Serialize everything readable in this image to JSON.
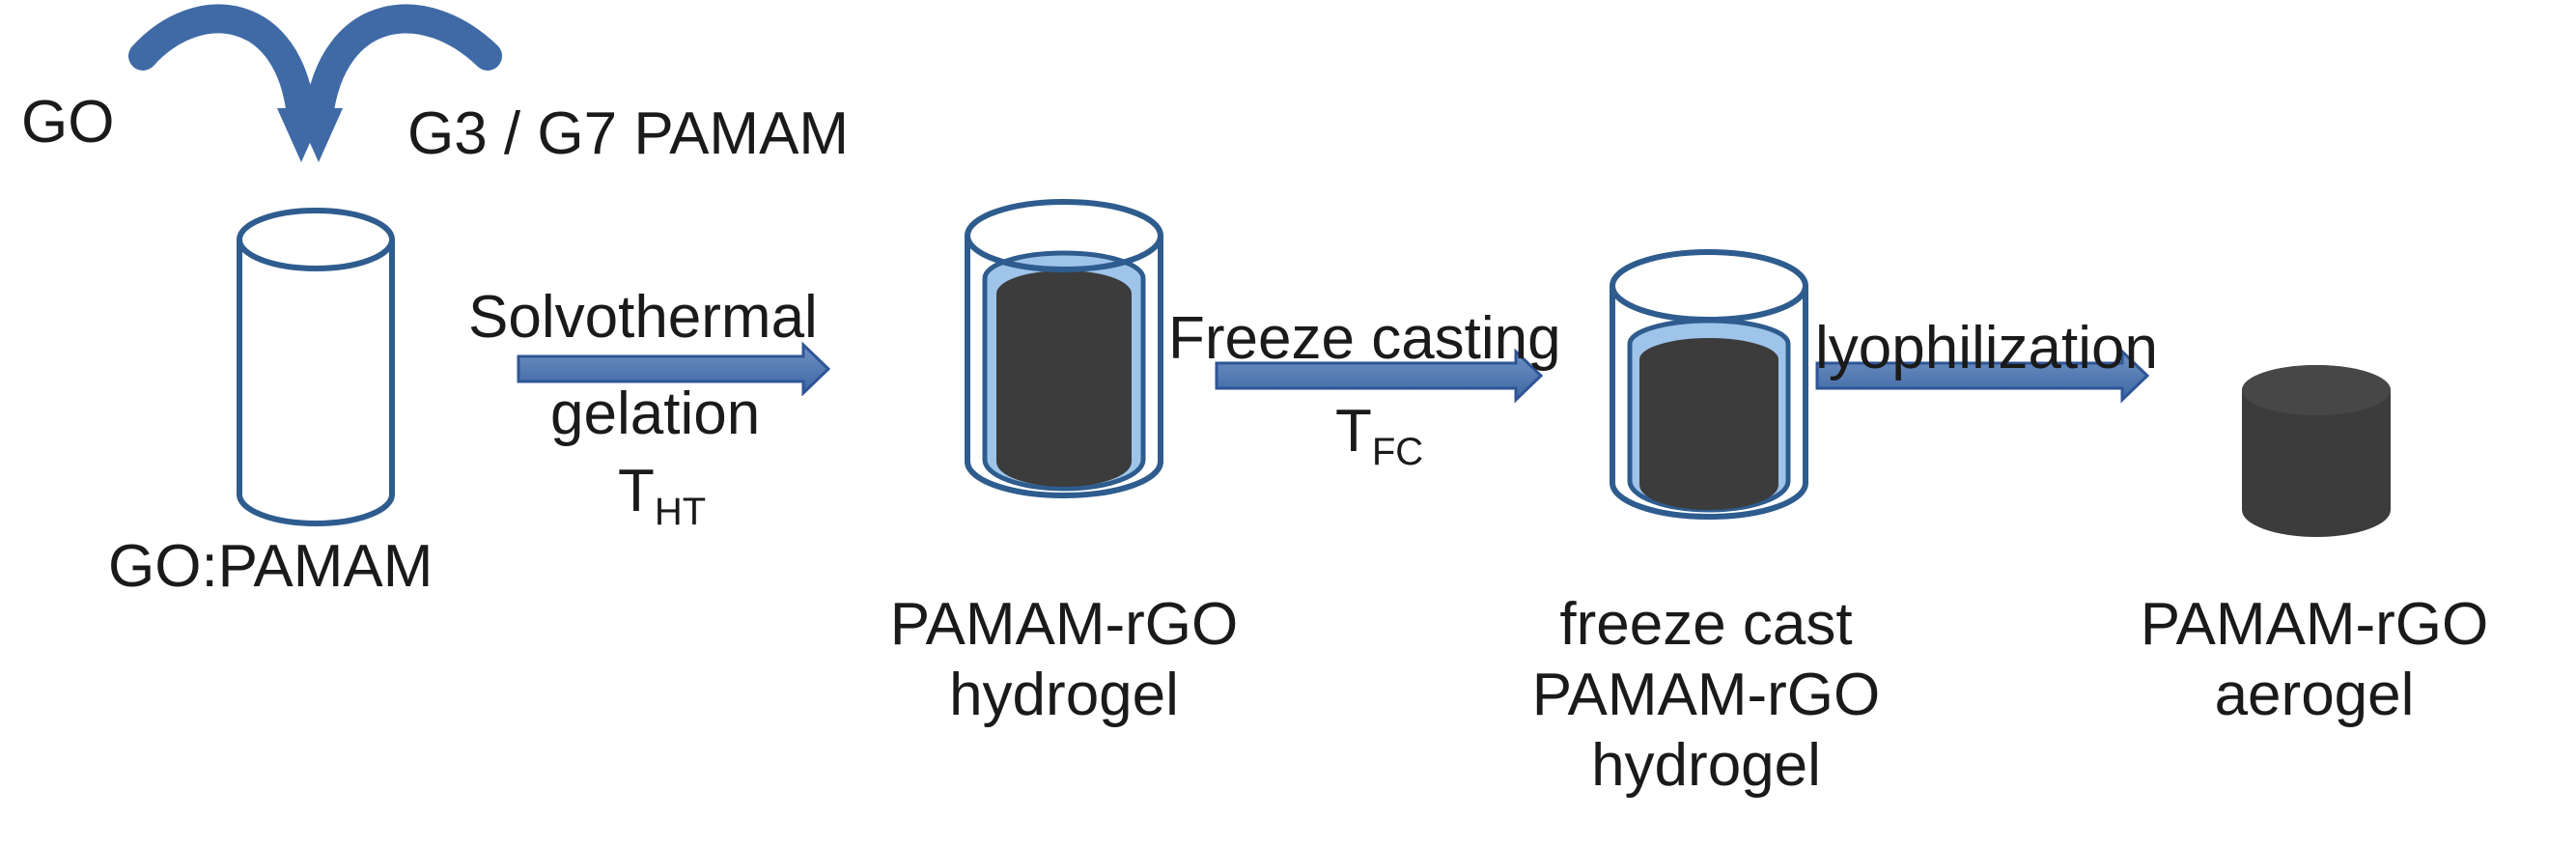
{
  "colors": {
    "arrow_fill": "#4a73ad",
    "arrow_stroke": "#2f5597",
    "container_outline": "#2e5c8e",
    "liquid_light": "#9fc4ea",
    "gel_dark": "#3c3c3c",
    "text": "#1a1a1a"
  },
  "labels": {
    "go": "GO",
    "pamam": "G3 / G7 PAMAM",
    "go_pamam": "GO:PAMAM",
    "solvothermal": "Solvothermal",
    "gelation": "gelation",
    "t_ht_main": "T",
    "t_ht_sub": "HT",
    "freeze_casting": "Freeze casting",
    "t_fc_main": "T",
    "t_fc_sub": "FC",
    "lyophilization": "lyophilization",
    "hydrogel_line1": "PAMAM-rGO",
    "hydrogel_line2": "hydrogel",
    "freeze_cast_line1": "freeze cast",
    "freeze_cast_line2": "PAMAM-rGO",
    "freeze_cast_line3": "hydrogel",
    "aerogel_line1": "PAMAM-rGO",
    "aerogel_line2": "aerogel"
  }
}
